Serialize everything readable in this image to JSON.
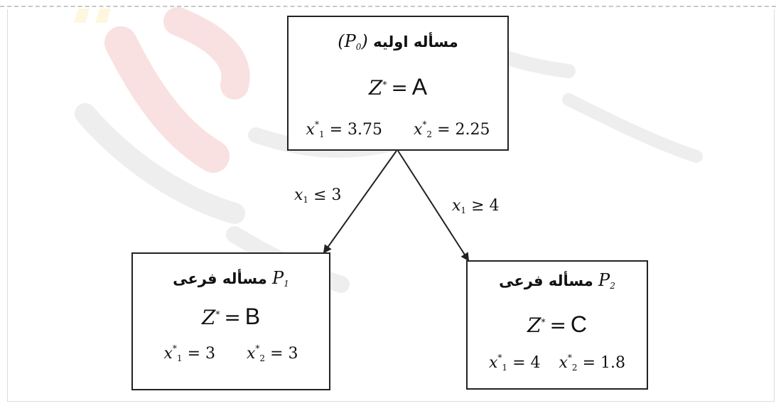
{
  "diagram": {
    "root": {
      "title_fa": "مسأله اولیه",
      "title_label": "P",
      "title_sub": "0",
      "z_symbol": "Z",
      "z_sup": "*",
      "z_eq": "=",
      "z_value": "A",
      "x1": {
        "var": "x",
        "sub": "1",
        "sup": "*",
        "value": "= 3.75"
      },
      "x2": {
        "var": "x",
        "sub": "2",
        "sup": "*",
        "value": "= 2.25"
      }
    },
    "left_child": {
      "title_fa": "مسأله فرعی",
      "title_label": "P",
      "title_sub": "1",
      "z_symbol": "Z",
      "z_sup": "*",
      "z_eq": "=",
      "z_value": "B",
      "x1": {
        "var": "x",
        "sub": "1",
        "sup": "*",
        "value": "= 3"
      },
      "x2": {
        "var": "x",
        "sub": "2",
        "sup": "*",
        "value": "= 3"
      }
    },
    "right_child": {
      "title_fa": "مسأله فرعی",
      "title_label": "P",
      "title_sub": "2",
      "z_symbol": "Z",
      "z_sup": "*",
      "z_eq": "=",
      "z_value": "C",
      "x1": {
        "var": "x",
        "sub": "1",
        "sup": "*",
        "value": "= 4"
      },
      "x2": {
        "var": "x",
        "sub": "2",
        "sup": "*",
        "value": "= 1.8"
      }
    },
    "edges": {
      "left": {
        "var": "x",
        "sub": "1",
        "rel": "≤ 3"
      },
      "right": {
        "var": "x",
        "sub": "1",
        "rel": "≥ 4"
      }
    }
  },
  "colors": {
    "line": "#222222",
    "watermark_red": "#e04a4a",
    "watermark_yellow": "#f2cf3a",
    "watermark_gray": "#9a9a9a"
  }
}
